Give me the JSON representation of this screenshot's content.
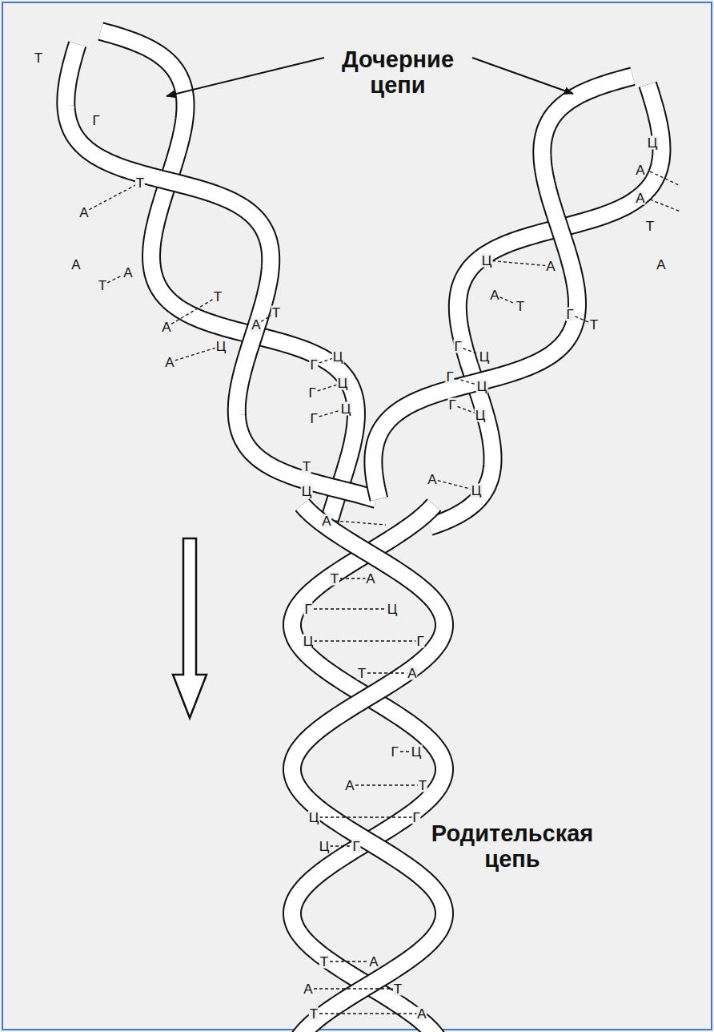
{
  "diagram": {
    "labels": [
      "Дочерние цепи",
      "Родительская цепь",
      "Т",
      "Г",
      "А",
      "Т",
      "А",
      "Т",
      "А",
      "А",
      "Т",
      "А",
      "Ц",
      "А",
      "Т",
      "Г",
      "Ц",
      "Г",
      "Ц",
      "Г",
      "Ц",
      "Т",
      "Ц",
      "А",
      "Ц",
      "А",
      "А",
      "Т",
      "А",
      "Ц",
      "А",
      "А",
      "Т",
      "Г",
      "Т",
      "Г",
      "Ц",
      "Г",
      "Ц",
      "Г",
      "Ц",
      "А",
      "Ц",
      "Т",
      "А",
      "Г",
      "Ц",
      "Ц",
      "Г",
      "Т",
      "А",
      "Г",
      "Ц",
      "А",
      "Т",
      "Ц",
      "Г",
      "Ц",
      "Г",
      "Т",
      "А",
      "А",
      "Т",
      "Т",
      "А"
    ]
  }
}
